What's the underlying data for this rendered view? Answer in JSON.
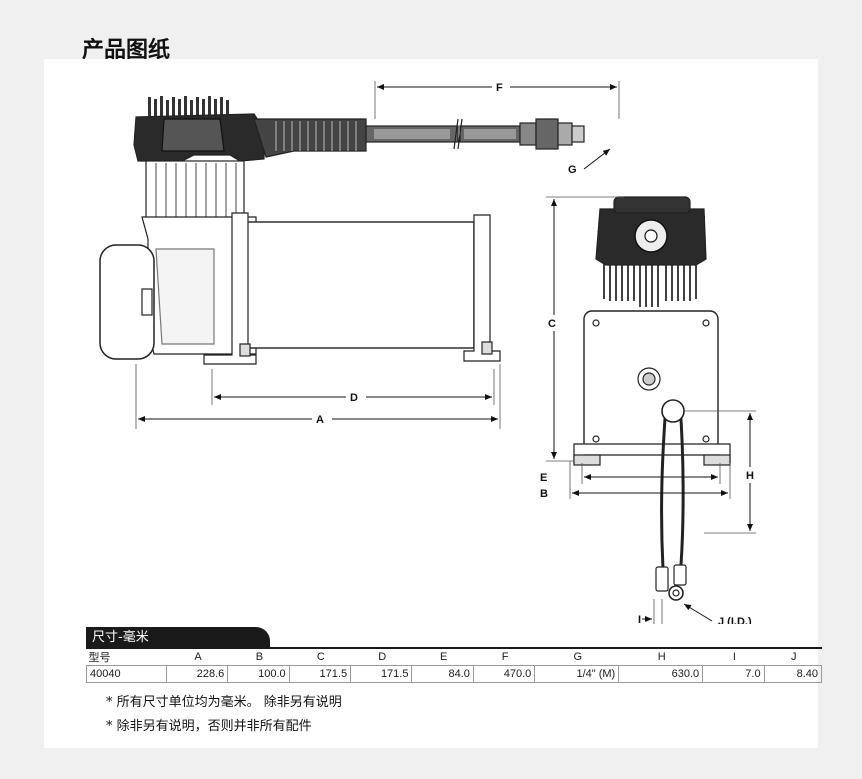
{
  "page_title": "产品图纸",
  "dimension_labels": {
    "F": "F",
    "G": "G",
    "C": "C",
    "D": "D",
    "A": "A",
    "E": "E",
    "B": "B",
    "H": "H",
    "I": "I",
    "J": "J (I.D.)"
  },
  "table": {
    "tab_label": "尺寸-毫米",
    "headers": [
      "型号",
      "A",
      "B",
      "C",
      "D",
      "E",
      "F",
      "G",
      "H",
      "I",
      "J"
    ],
    "rows": [
      [
        "40040",
        "228.6",
        "100.0",
        "171.5",
        "171.5",
        "84.0",
        "470.0",
        "1/4\" (M)",
        "630.0",
        "7.0",
        "8.40"
      ]
    ]
  },
  "notes": [
    "* 所有尺寸单位均为毫米。 除非另有说明",
    "* 除非另有说明，否则并非所有配件"
  ]
}
